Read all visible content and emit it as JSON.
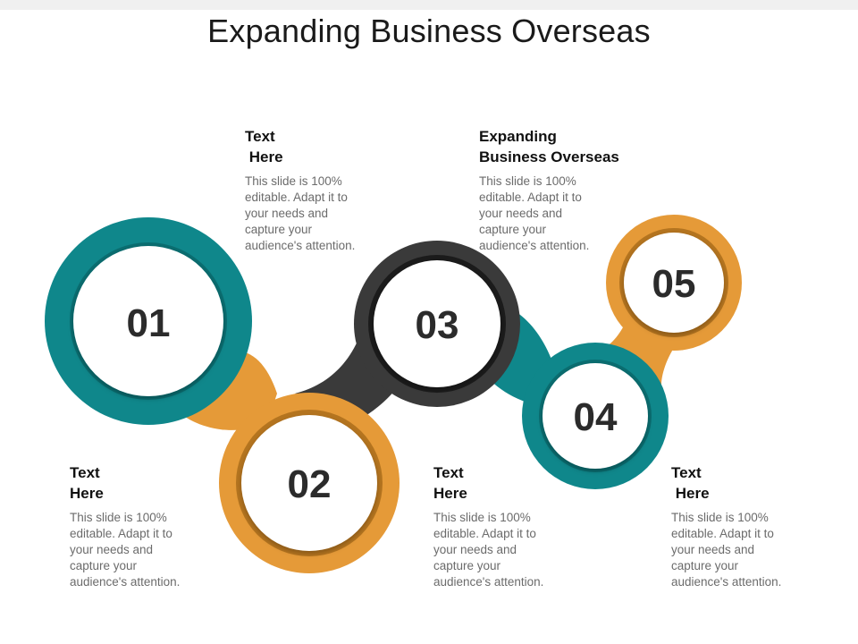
{
  "title": "Expanding Business Overseas",
  "colors": {
    "teal": "#0f878b",
    "orange": "#e59a38",
    "dark": "#3a3a3a",
    "text_body": "#6b6b6b"
  },
  "steps": [
    {
      "number": "01",
      "ring_color": "teal"
    },
    {
      "number": "02",
      "ring_color": "orange"
    },
    {
      "number": "03",
      "ring_color": "dark"
    },
    {
      "number": "04",
      "ring_color": "teal"
    },
    {
      "number": "05",
      "ring_color": "orange"
    }
  ],
  "blocks": [
    {
      "heading": "Text\n Here",
      "body": "This slide is 100%\neditable. Adapt it to\nyour needs and\ncapture your\naudience's attention."
    },
    {
      "heading": "Expanding\nBusiness Overseas",
      "body": "This slide is 100%\neditable. Adapt it to\nyour needs and\ncapture your\naudience's attention."
    },
    {
      "heading": "Text\nHere",
      "body": "This slide is 100%\neditable. Adapt it to\nyour needs and\ncapture your\naudience's attention."
    },
    {
      "heading": "Text\nHere",
      "body": "This slide is 100%\neditable. Adapt it to\nyour needs and\ncapture your\naudience's attention."
    },
    {
      "heading": "Text\n Here",
      "body": "This slide is 100%\neditable. Adapt it to\nyour needs and\ncapture your\naudience's attention."
    }
  ]
}
